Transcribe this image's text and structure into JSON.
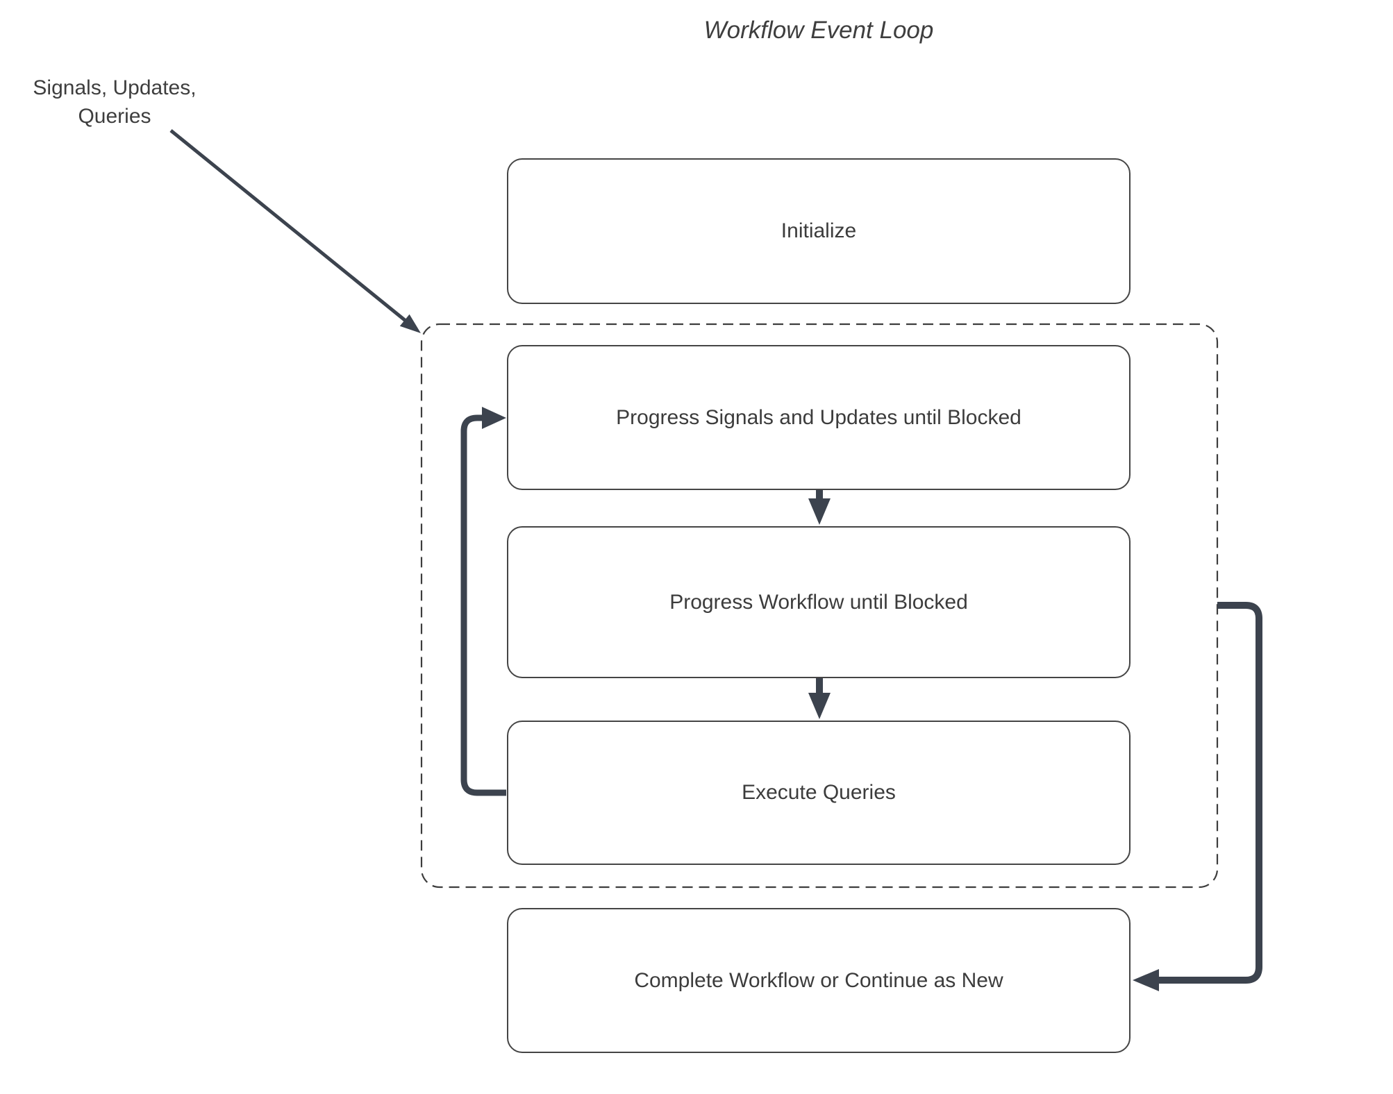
{
  "title": "Workflow Event Loop",
  "external_label": {
    "line1": "Signals, Updates,",
    "line2": "Queries"
  },
  "nodes": [
    {
      "id": "initialize",
      "label": "Initialize"
    },
    {
      "id": "progress-signals",
      "label": "Progress Signals and Updates until Blocked"
    },
    {
      "id": "progress-workflow",
      "label": "Progress Workflow until Blocked"
    },
    {
      "id": "execute-queries",
      "label": "Execute Queries"
    },
    {
      "id": "complete-or-continue",
      "label": "Complete Workflow or Continue as New"
    }
  ],
  "group": {
    "id": "event-loop-group",
    "style": "dashed",
    "contains": [
      "progress-signals",
      "progress-workflow",
      "execute-queries"
    ]
  },
  "edges": [
    {
      "from": "external-label",
      "to": "event-loop-group",
      "style": "thin-diagonal-arrow"
    },
    {
      "from": "progress-signals",
      "to": "progress-workflow",
      "style": "thick-down-arrow"
    },
    {
      "from": "progress-workflow",
      "to": "execute-queries",
      "style": "thick-down-arrow"
    },
    {
      "from": "execute-queries",
      "to": "progress-signals",
      "style": "thick-loop-back-left"
    },
    {
      "from": "event-loop-group",
      "to": "complete-or-continue",
      "style": "thick-elbow-right"
    }
  ],
  "colors": {
    "connector": "#3c434e",
    "node_border": "#454545",
    "node_fill": "#ffffff",
    "dashed_border": "#3d3d3d",
    "text": "#3c3c3c",
    "background": "#ffffff"
  }
}
